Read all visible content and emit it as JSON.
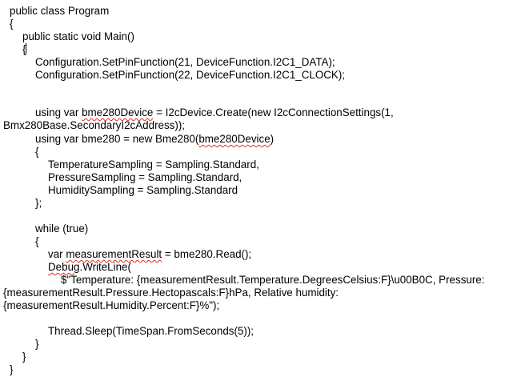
{
  "document": {
    "lines": {
      "l01": "public class Program",
      "l02": "{",
      "l03": "public static void Main()",
      "l04": "{",
      "l05": "Configuration.SetPinFunction(21, DeviceFunction.I2C1_DATA);",
      "l06": "Configuration.SetPinFunction(22, DeviceFunction.I2C1_CLOCK);",
      "l07a": "using var ",
      "l07b": "bme280Device",
      "l07c": " = I2cDevice.Create(new I2cConnectionSettings(1,",
      "l08": "Bmx280Base.SecondaryI2cAddress));",
      "l09a": "using var bme280 = new Bme280(",
      "l09b": "bme280Device",
      "l09c": ")",
      "l10": "{",
      "l11": "TemperatureSampling = Sampling.Standard,",
      "l12": "PressureSampling = Sampling.Standard,",
      "l13": "HumiditySampling = Sampling.Standard",
      "l14": "};",
      "l15": "while (true)",
      "l16": "{",
      "l17a": "var ",
      "l17b": "measurementResult",
      "l17c": " = bme280.Read();",
      "l18a": "Debug",
      "l18b": ".WriteLine(",
      "l19": "$\"Temperature: {measurementResult.Temperature.DegreesCelsius:F}\\u00B0C, Pressure:",
      "l20": "{measurementResult.Pressure.Hectopascals:F}hPa, Relative humidity:",
      "l21": "{measurementResult.Humidity.Percent:F}%\");",
      "l22": "Thread.Sleep(TimeSpan.FromSeconds(5));",
      "l23": "}",
      "l24": "}",
      "l25": "}"
    }
  }
}
